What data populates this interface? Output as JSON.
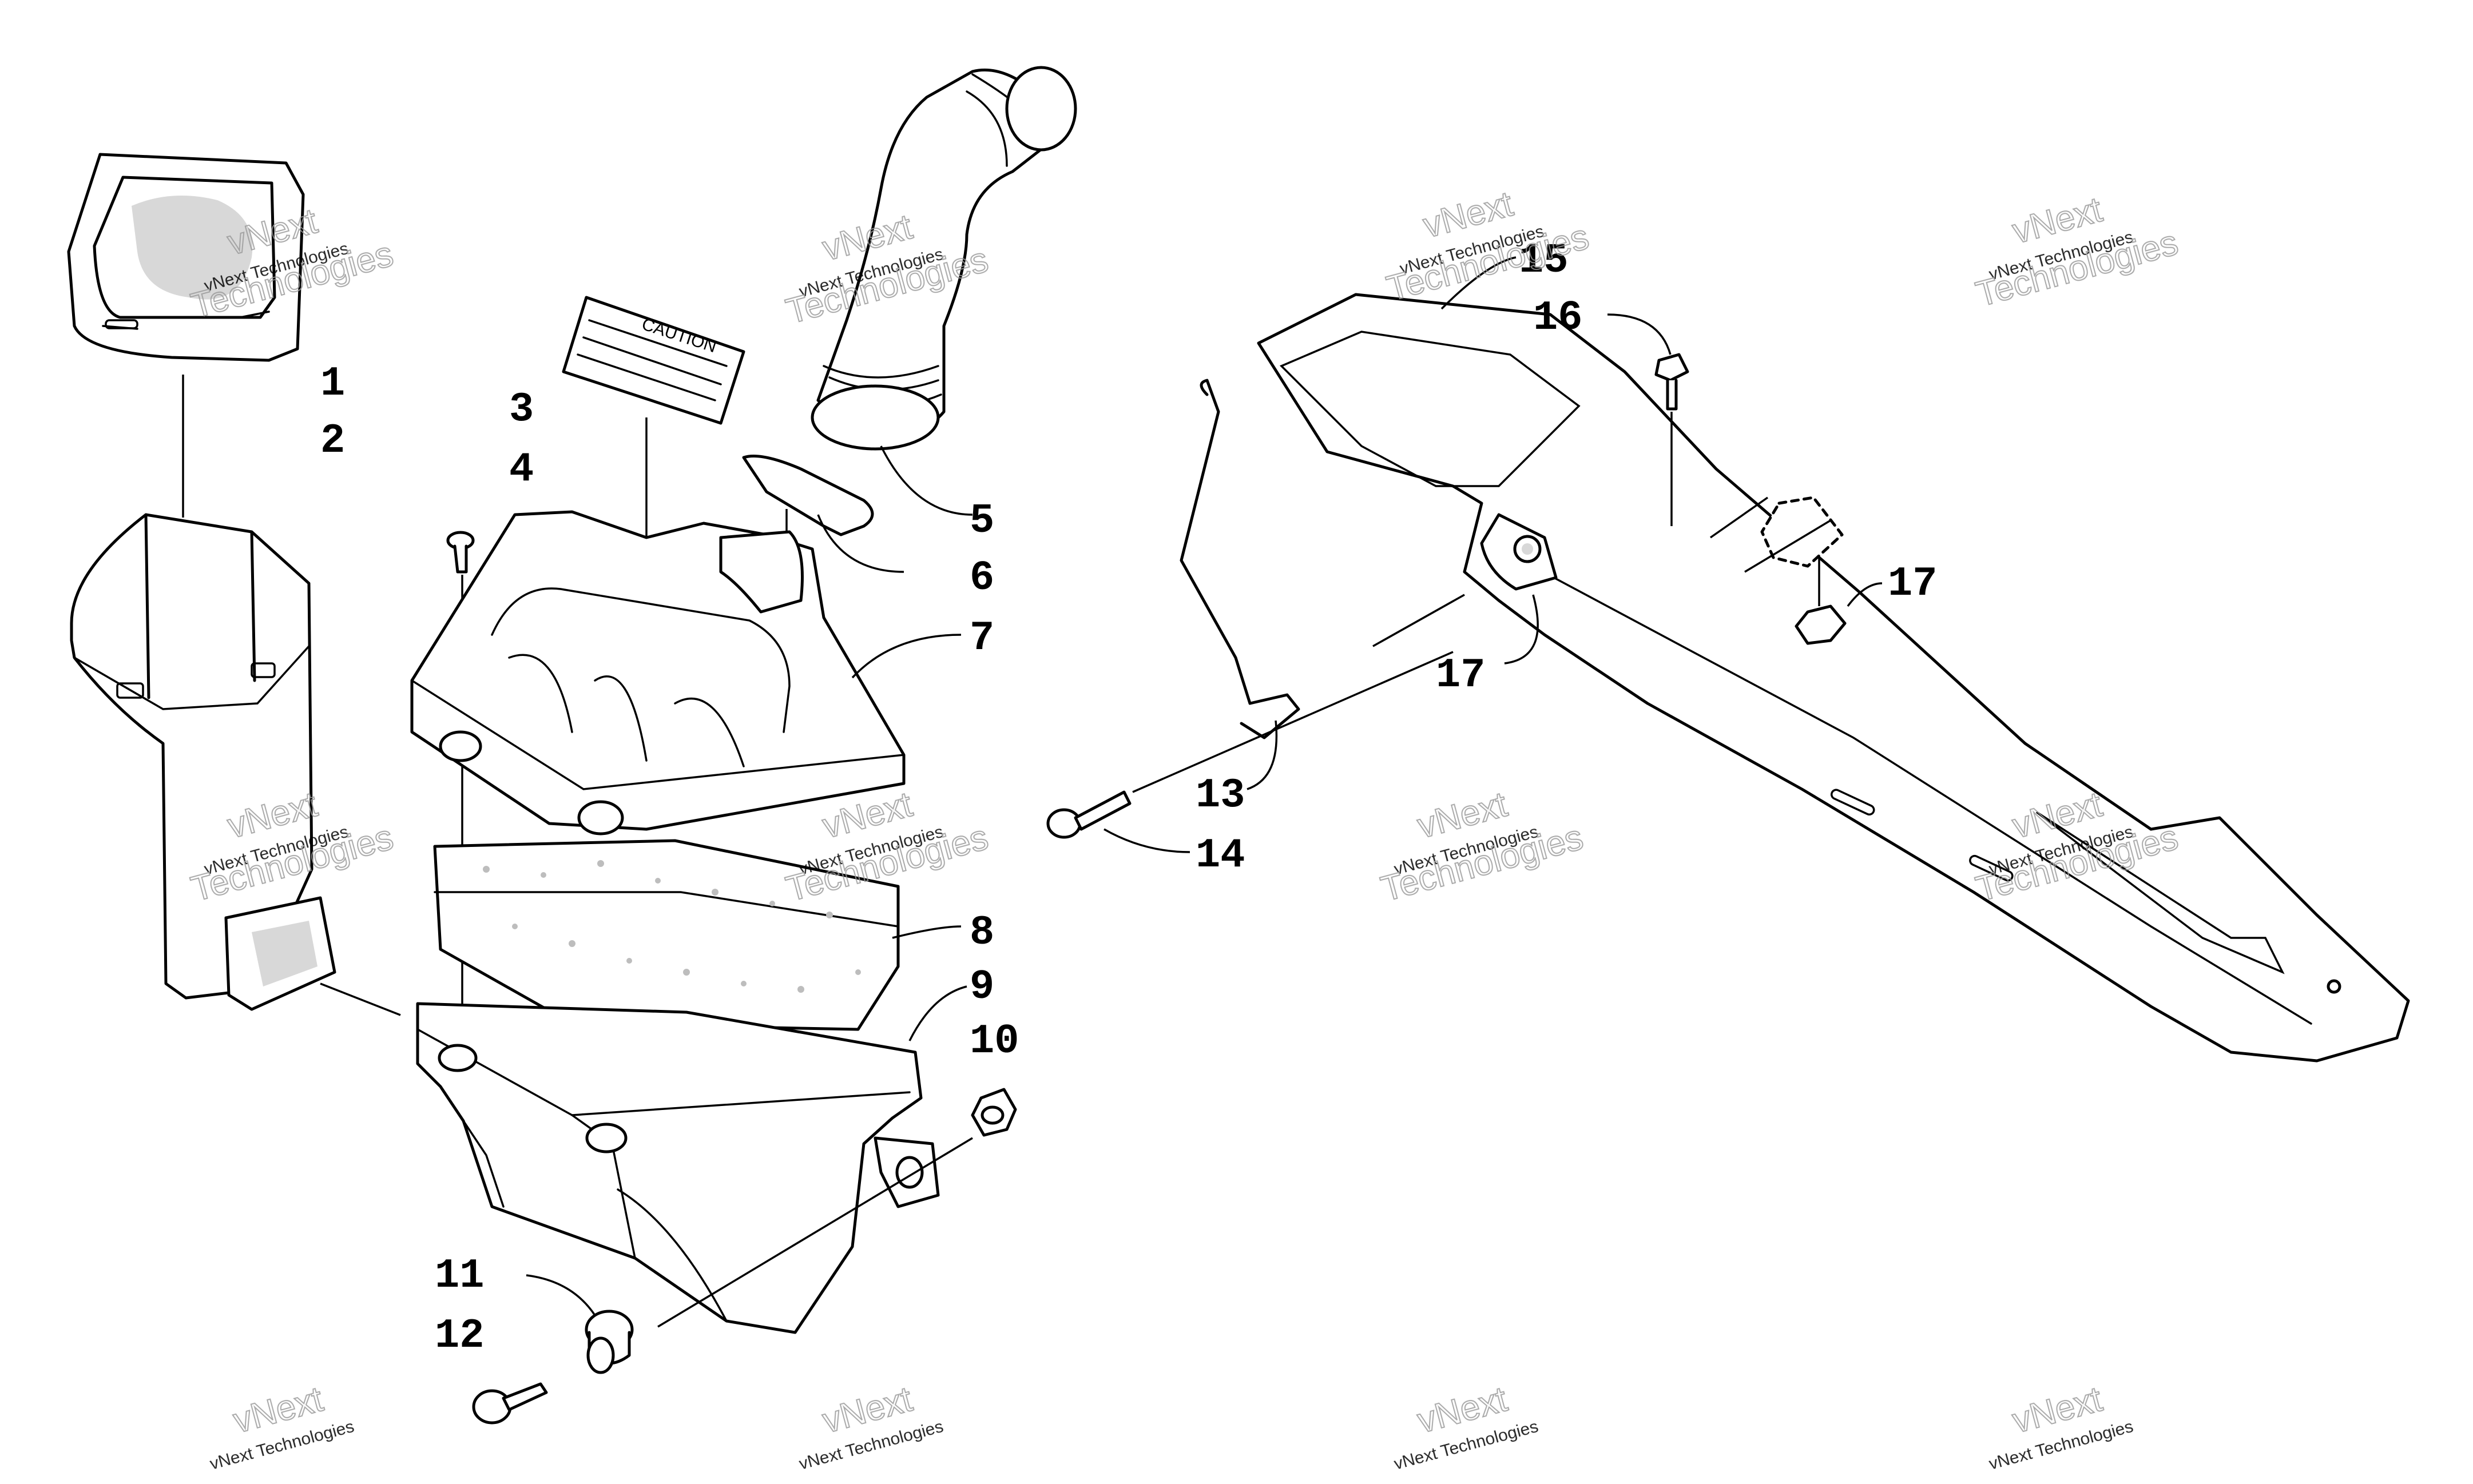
{
  "callouts": [
    "1",
    "2",
    "3",
    "4",
    "5",
    "6",
    "7",
    "8",
    "9",
    "10",
    "11",
    "12",
    "13",
    "14",
    "15",
    "16",
    "17",
    "17"
  ],
  "watermark": {
    "small": "vNext Technologies",
    "big": "Technologies",
    "big_alt": "vNext"
  },
  "label_sticker_text": "CAUTION"
}
